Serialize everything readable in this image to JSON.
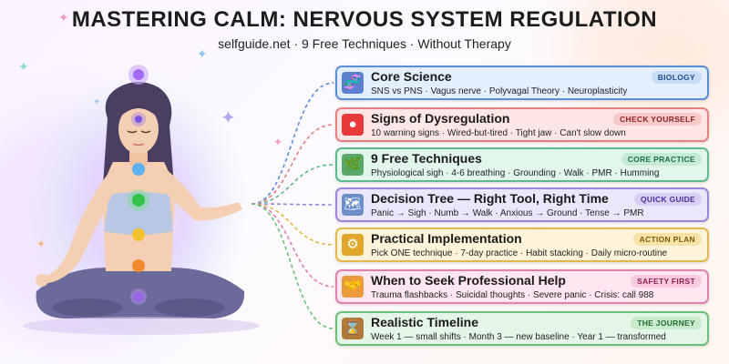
{
  "header": {
    "title": "MASTERING CALM: NERVOUS SYSTEM REGULATION",
    "subtitle": "selfguide.net · 9 Free Techniques · Without Therapy"
  },
  "colors": {
    "title": "#1c1c1c",
    "skin": "#f5cfb3",
    "hair": "#4a3f63",
    "top": "#b7c7e4",
    "pants": "#6b6a9a"
  },
  "cards": [
    {
      "title": "Core Science",
      "description": "SNS vs PNS · Vagus nerve · Polyvagal Theory · Neuroplasticity",
      "badge": "BIOLOGY",
      "icon": "dna-icon",
      "glyph": "🧬",
      "bg": "#e3efff",
      "border": "#5a8fd6",
      "badge_bg": "#c9dcf7",
      "badge_fg": "#1f4e8c",
      "icon_bg": "#5d7fd0"
    },
    {
      "title": "Signs of Dysregulation",
      "description": "10 warning signs · Wired-but-tired · Tight jaw · Can't slow down",
      "badge": "CHECK YOURSELF",
      "icon": "red-circle-icon",
      "glyph": "●",
      "bg": "#ffe6e6",
      "border": "#e58080",
      "badge_bg": "#f8c9c9",
      "badge_fg": "#8c1f1f",
      "icon_bg": "#e83a3a"
    },
    {
      "title": "9 Free Techniques",
      "description": "Physiological sigh · 4-6 breathing · Grounding · Walk · PMR · Humming",
      "badge": "CORE PRACTICE",
      "icon": "leaf-icon",
      "glyph": "🌿",
      "bg": "#e3f6ec",
      "border": "#5cba8a",
      "badge_bg": "#c5ebd5",
      "badge_fg": "#1f6b43",
      "icon_bg": "#59a86a"
    },
    {
      "title": "Decision Tree — Right Tool, Right Time",
      "description": "Panic → Sigh · Numb → Walk · Anxious → Ground · Tense → PMR",
      "badge": "QUICK GUIDE",
      "icon": "map-icon",
      "glyph": "🗺",
      "bg": "#ece6fb",
      "border": "#9a85d9",
      "badge_bg": "#d9cff5",
      "badge_fg": "#4b2f99",
      "icon_bg": "#6b8fc9"
    },
    {
      "title": "Practical Implementation",
      "description": "Pick ONE technique · 7-day practice · Habit stacking · Daily micro-routine",
      "badge": "ACTION PLAN",
      "icon": "gear-icon",
      "glyph": "⚙",
      "bg": "#fff4d9",
      "border": "#e0b84d",
      "badge_bg": "#f7e3a8",
      "badge_fg": "#7a5a0c",
      "icon_bg": "#e2a72a"
    },
    {
      "title": "When to Seek Professional Help",
      "description": "Trauma flashbacks · Suicidal thoughts · Severe panic · Crisis: call 988",
      "badge": "SAFETY FIRST",
      "icon": "handshake-icon",
      "glyph": "🤝",
      "bg": "#ffe6f1",
      "border": "#e081ad",
      "badge_bg": "#f8cade",
      "badge_fg": "#8c1f52",
      "icon_bg": "#eb9a3c"
    },
    {
      "title": "Realistic Timeline",
      "description": "Week 1 — small shifts · Month 3 — new baseline · Year 1 — transformed",
      "badge": "THE JOURNEY",
      "icon": "hourglass-icon",
      "glyph": "⌛",
      "bg": "#e5f5e7",
      "border": "#6cbf7a",
      "badge_bg": "#c7ebcc",
      "badge_fg": "#23692f",
      "icon_bg": "#b27a3a"
    }
  ]
}
